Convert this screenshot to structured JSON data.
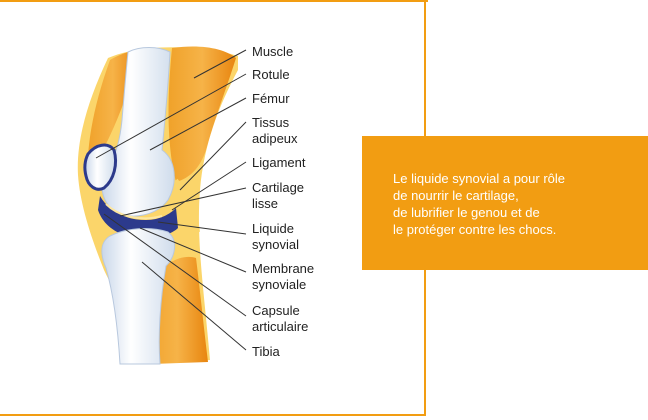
{
  "diagram": {
    "labels": {
      "muscle": "Muscle",
      "rotule": "Rotule",
      "femur": "Fémur",
      "tissus": "Tissus\nadipeux",
      "ligament": "Ligament",
      "cartilage": "Cartilage\nlisse",
      "liquide": "Liquide\nsynovial",
      "membrane": "Membrane\nsynoviale",
      "capsule": "Capsule\narticulaire",
      "tibia": "Tibia"
    }
  },
  "info_box": {
    "text": "Le liquide synovial a pour rôle\nde nourrir le cartilage,\nde lubrifier le genou et de\nle protéger contre les chocs."
  },
  "colors": {
    "accent": "#f29d12",
    "muscle": "#f5a623",
    "muscle_dark": "#e07f10",
    "bone": "#eef3fa",
    "synovial": "#2c3a8c",
    "light_yellow": "#fde7a0"
  }
}
